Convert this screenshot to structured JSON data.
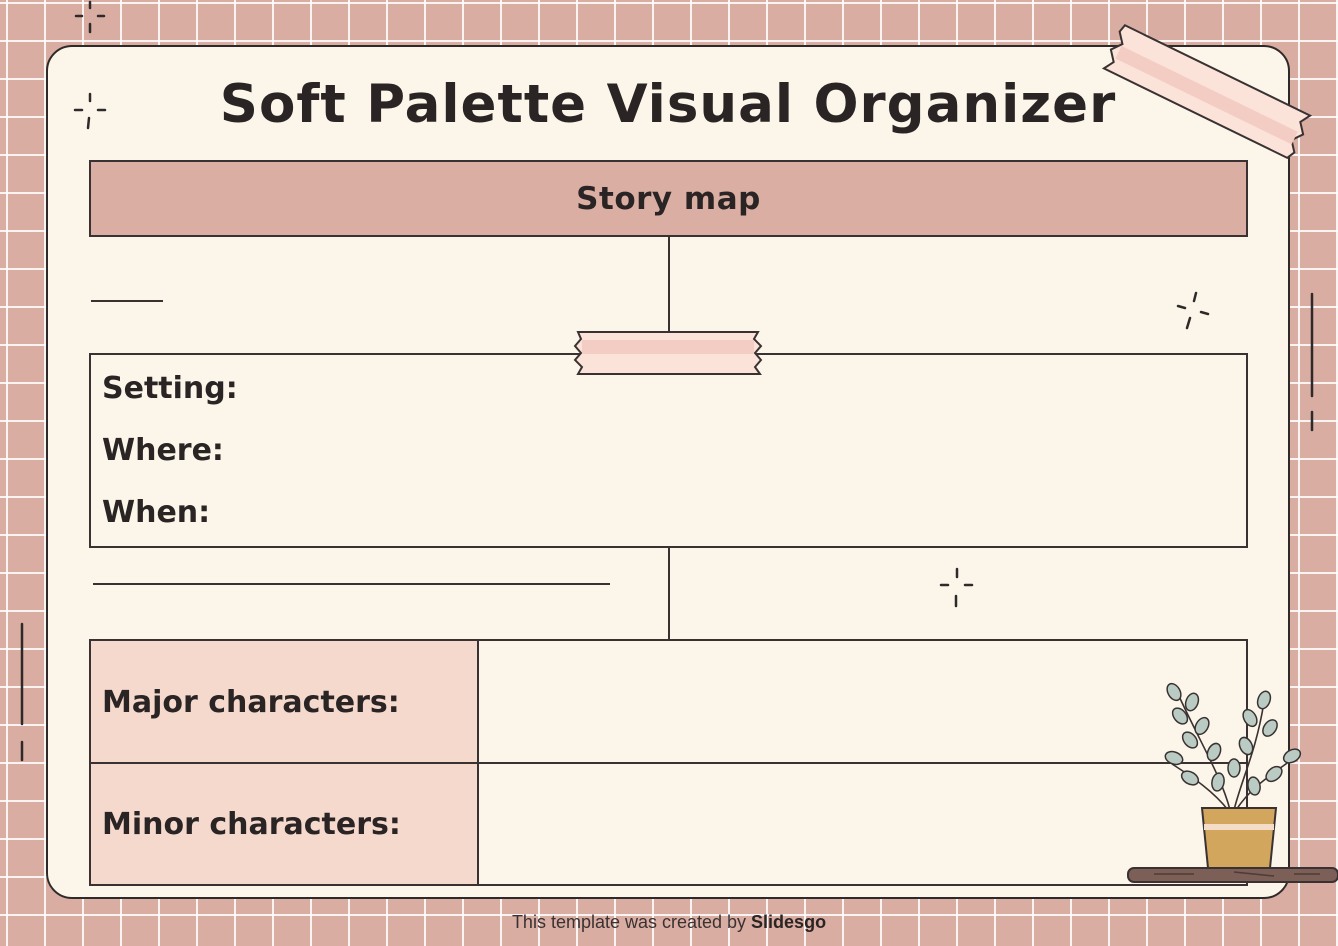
{
  "title": "Soft Palette Visual Organizer",
  "story_map": {
    "header": "Story map"
  },
  "setting": {
    "setting_label": "Setting:",
    "where_label": "Where:",
    "when_label": "When:"
  },
  "characters": {
    "major_label": "Major characters:",
    "minor_label": "Minor characters:"
  },
  "footer": {
    "prefix": "This template was created by ",
    "brand": "Slidesgo"
  },
  "colors": {
    "background": "#d9ada2",
    "card": "#fcf6ea",
    "header_fill": "#dbaea3",
    "label_fill": "#f5d9cc",
    "ink": "#2a2424"
  },
  "icons": [
    "sparkle-icon",
    "tape-icon",
    "plant-pot-icon",
    "wooden-shelf-icon"
  ]
}
